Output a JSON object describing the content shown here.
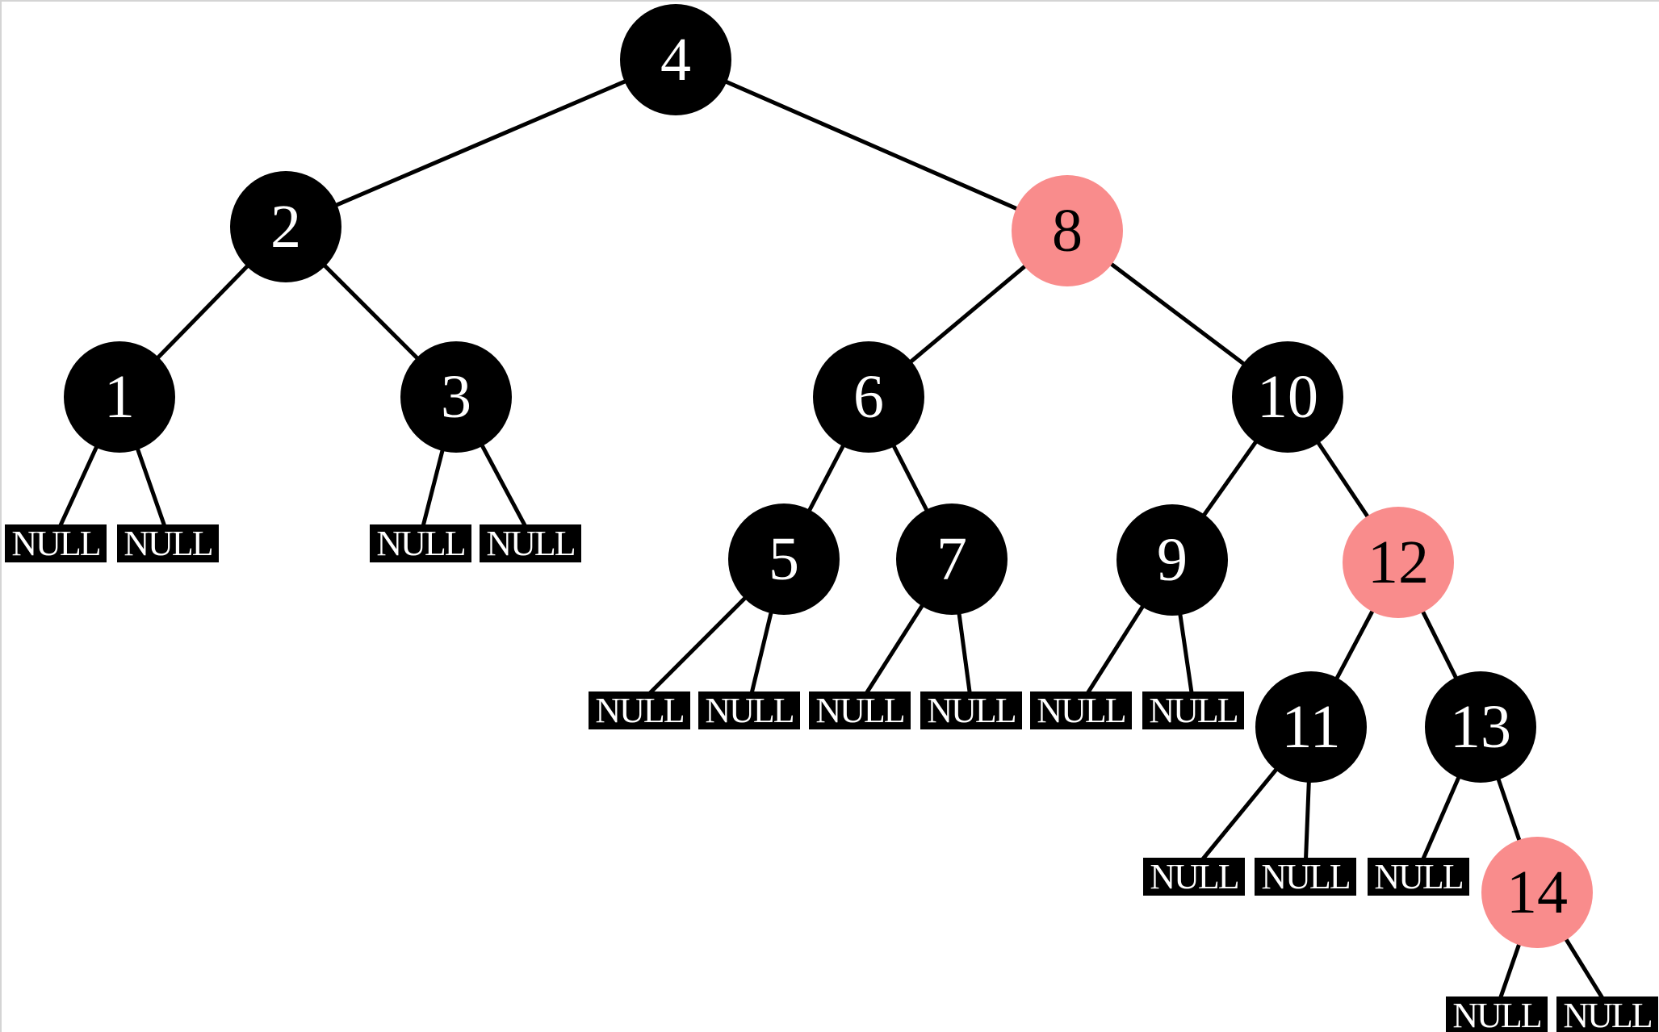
{
  "diagram": {
    "title": "red-black binary search tree with NULL leaf sentinels",
    "null_label": "NULL",
    "colors": {
      "black_node_fill": "#000000",
      "red_node_fill": "#f98c8c",
      "text_on_black": "#ffffff",
      "text_on_red": "#000000",
      "edge": "#000000",
      "background": "#ffffff",
      "canvas_border": "#d4d4d4"
    },
    "nodes": {
      "n1": {
        "label": "1",
        "color": "black"
      },
      "n2": {
        "label": "2",
        "color": "black"
      },
      "n3": {
        "label": "3",
        "color": "black"
      },
      "n4": {
        "label": "4",
        "color": "black"
      },
      "n5": {
        "label": "5",
        "color": "black"
      },
      "n6": {
        "label": "6",
        "color": "black"
      },
      "n7": {
        "label": "7",
        "color": "black"
      },
      "n8": {
        "label": "8",
        "color": "red"
      },
      "n9": {
        "label": "9",
        "color": "black"
      },
      "n10": {
        "label": "10",
        "color": "black"
      },
      "n11": {
        "label": "11",
        "color": "black"
      },
      "n12": {
        "label": "12",
        "color": "red"
      },
      "n13": {
        "label": "13",
        "color": "black"
      },
      "n14": {
        "label": "14",
        "color": "red"
      }
    },
    "tree": {
      "value": "4",
      "color": "black",
      "children": [
        {
          "value": "2",
          "color": "black",
          "children": [
            {
              "value": "1",
              "color": "black",
              "children": [
                "NULL",
                "NULL"
              ]
            },
            {
              "value": "3",
              "color": "black",
              "children": [
                "NULL",
                "NULL"
              ]
            }
          ]
        },
        {
          "value": "8",
          "color": "red",
          "children": [
            {
              "value": "6",
              "color": "black",
              "children": [
                {
                  "value": "5",
                  "color": "black",
                  "children": [
                    "NULL",
                    "NULL"
                  ]
                },
                {
                  "value": "7",
                  "color": "black",
                  "children": [
                    "NULL",
                    "NULL"
                  ]
                }
              ]
            },
            {
              "value": "10",
              "color": "black",
              "children": [
                {
                  "value": "9",
                  "color": "black",
                  "children": [
                    "NULL",
                    "NULL"
                  ]
                },
                {
                  "value": "12",
                  "color": "red",
                  "children": [
                    {
                      "value": "11",
                      "color": "black",
                      "children": [
                        "NULL",
                        "NULL"
                      ]
                    },
                    {
                      "value": "13",
                      "color": "black",
                      "children": [
                        "NULL",
                        {
                          "value": "14",
                          "color": "red",
                          "children": [
                            "NULL",
                            "NULL"
                          ]
                        }
                      ]
                    }
                  ]
                }
              ]
            }
          ]
        }
      ]
    }
  }
}
